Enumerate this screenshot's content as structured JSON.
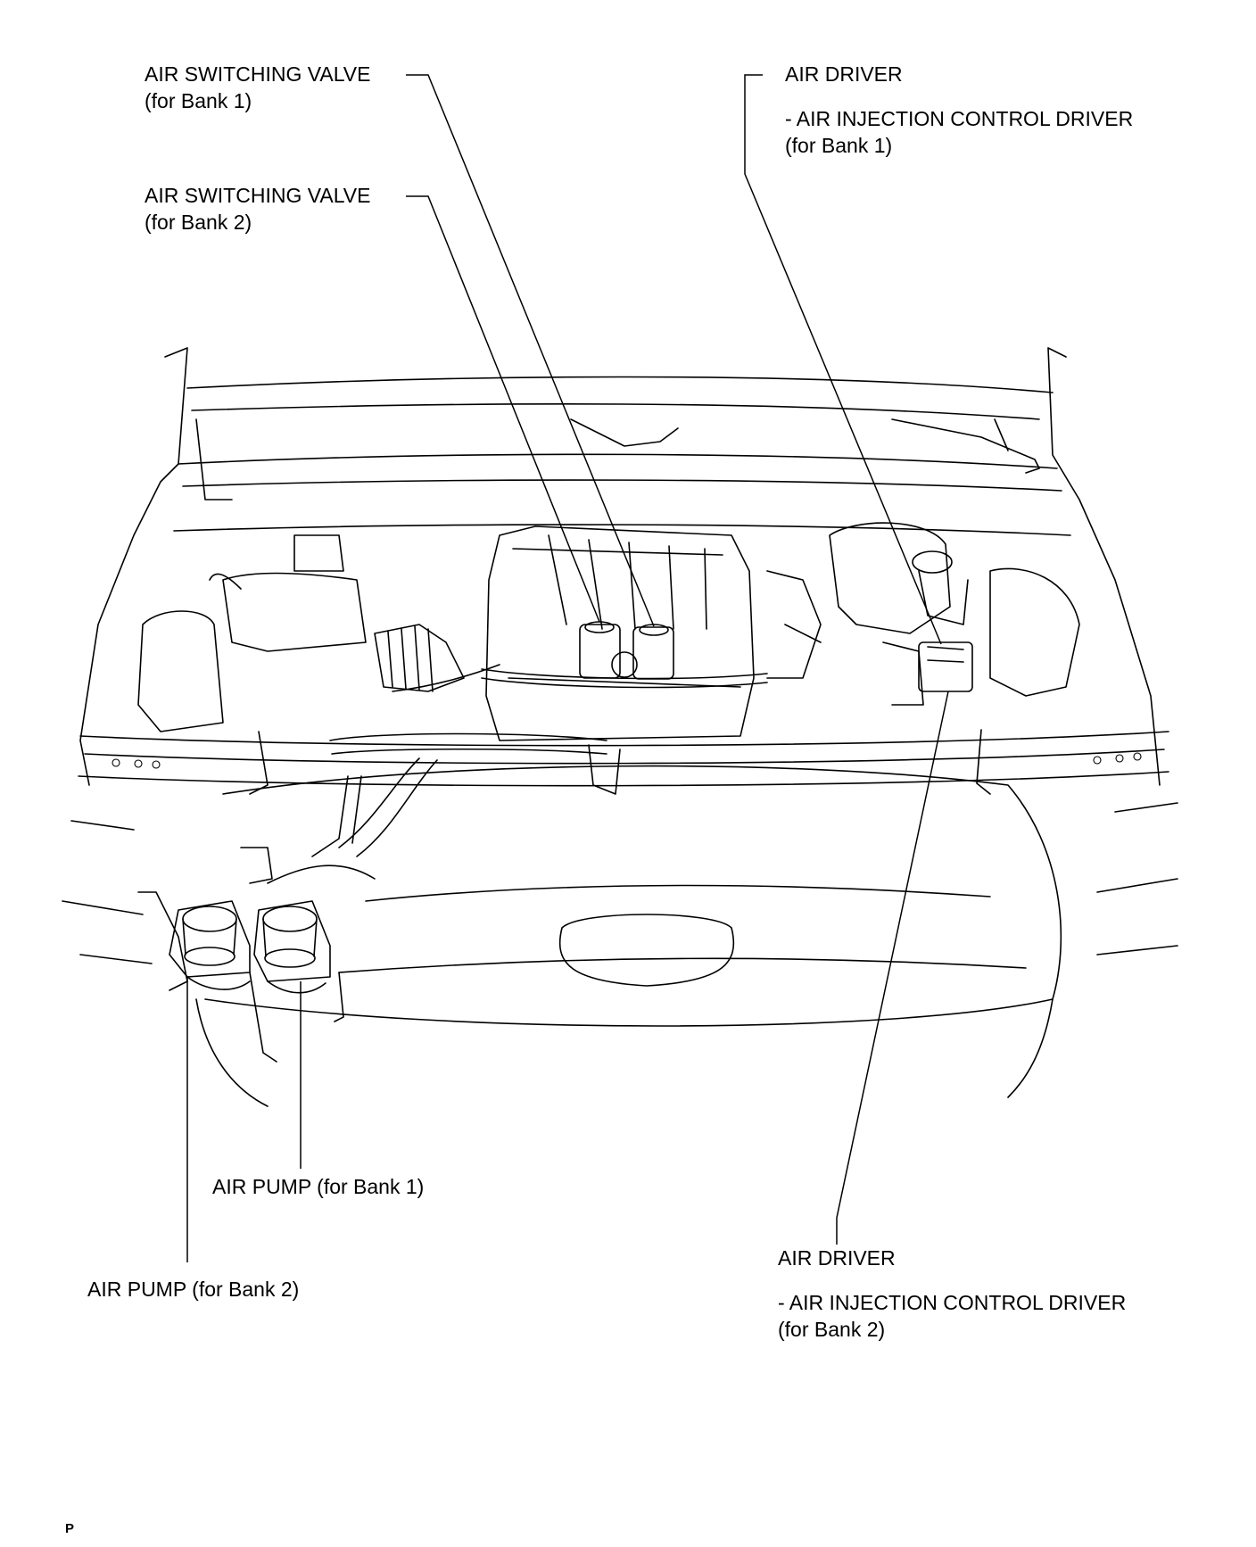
{
  "labels": {
    "asv_bank1": {
      "line1": "AIR SWITCHING VALVE",
      "line2": "(for Bank 1)"
    },
    "asv_bank2": {
      "line1": "AIR SWITCHING VALVE",
      "line2": "(for Bank 2)"
    },
    "driver_bank1": {
      "line1": "AIR DRIVER",
      "line2": "- AIR INJECTION CONTROL DRIVER",
      "line3": "(for Bank 1)"
    },
    "driver_bank2": {
      "line1": "AIR DRIVER",
      "line2": "- AIR INJECTION CONTROL DRIVER",
      "line3": "(for Bank 2)"
    },
    "pump_bank1": {
      "line1": "AIR PUMP (for Bank 1)"
    },
    "pump_bank2": {
      "line1": "AIR PUMP (for Bank 2)"
    }
  },
  "page_mark": "P"
}
